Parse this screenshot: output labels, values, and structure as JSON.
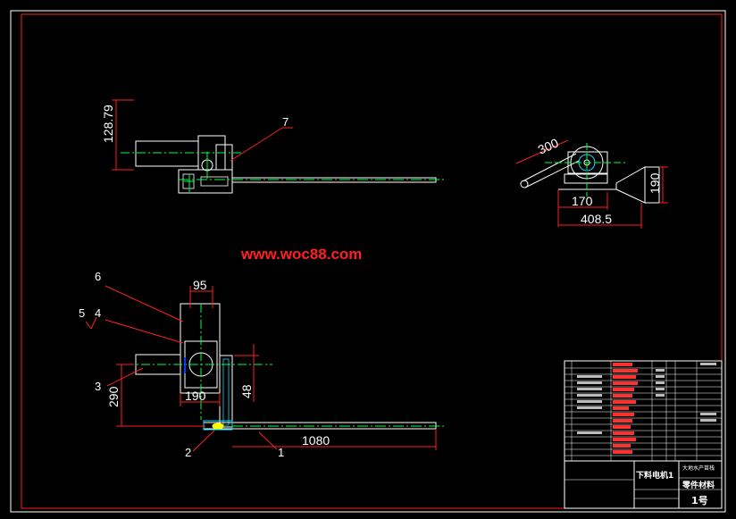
{
  "watermark": "www.woc88.com",
  "top_view": {
    "dim_height": "128.79",
    "label_7": "7"
  },
  "side_view": {
    "dim_300": "300",
    "dim_170": "170",
    "dim_190": "190",
    "dim_408": "408.5"
  },
  "front_view": {
    "dim_95": "95",
    "dim_290": "290",
    "dim_190": "190",
    "dim_48": "48",
    "dim_1080": "1080",
    "labels": [
      "6",
      "5",
      "4",
      "3",
      "2",
      "1"
    ]
  },
  "title_block": {
    "drawing_name": "下料电机1",
    "company": "大地水产苗栈",
    "material_title": "零件材料",
    "sheet": "1号"
  },
  "colors": {
    "background": "#000000",
    "frame": "#ff3030",
    "part": "#ffffff",
    "dimension": "#ff2020",
    "center_line": "#00ff40",
    "hidden": "#00e0ff",
    "highlight": "#ffff00"
  }
}
